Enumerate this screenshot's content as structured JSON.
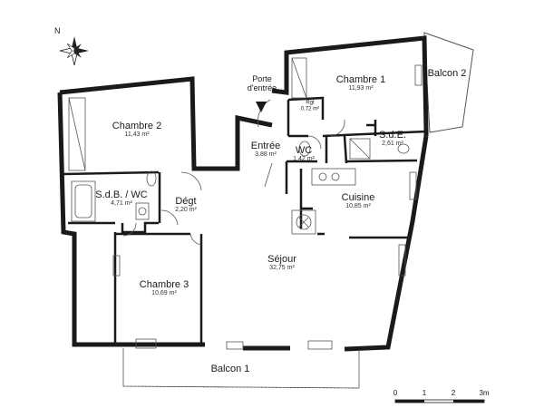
{
  "compass": {
    "north_label": "N"
  },
  "entrance": {
    "label_line1": "Porte",
    "label_line2": "d'entrée"
  },
  "rooms": [
    {
      "id": "chambre1",
      "name": "Chambre 1",
      "area": "11,93 m²"
    },
    {
      "id": "balcon2",
      "name": "Balcon 2",
      "area": ""
    },
    {
      "id": "rgt",
      "name": "Rgt",
      "area": "0,72 m²"
    },
    {
      "id": "sde",
      "name": "S.d.E.",
      "area": "2,61 m²"
    },
    {
      "id": "wc",
      "name": "WC",
      "area": "1,42 m²"
    },
    {
      "id": "entree",
      "name": "Entrée",
      "area": "3,88 m²"
    },
    {
      "id": "chambre2",
      "name": "Chambre 2",
      "area": "11,43 m²"
    },
    {
      "id": "sdb",
      "name": "S.d.B. / WC",
      "area": "4,71 m²"
    },
    {
      "id": "dgt",
      "name": "Dégt",
      "area": "2,20 m²"
    },
    {
      "id": "cuisine",
      "name": "Cuisine",
      "area": "10,85 m²"
    },
    {
      "id": "sejour",
      "name": "Séjour",
      "area": "32,75 m²"
    },
    {
      "id": "chambre3",
      "name": "Chambre 3",
      "area": "10,69 m²"
    },
    {
      "id": "balcon1",
      "name": "Balcon 1",
      "area": ""
    }
  ],
  "scale": {
    "ticks": [
      "0",
      "1",
      "2",
      "3m"
    ]
  },
  "colors": {
    "wall": "#1a1a1a",
    "line": "#555555",
    "background": "#ffffff"
  }
}
